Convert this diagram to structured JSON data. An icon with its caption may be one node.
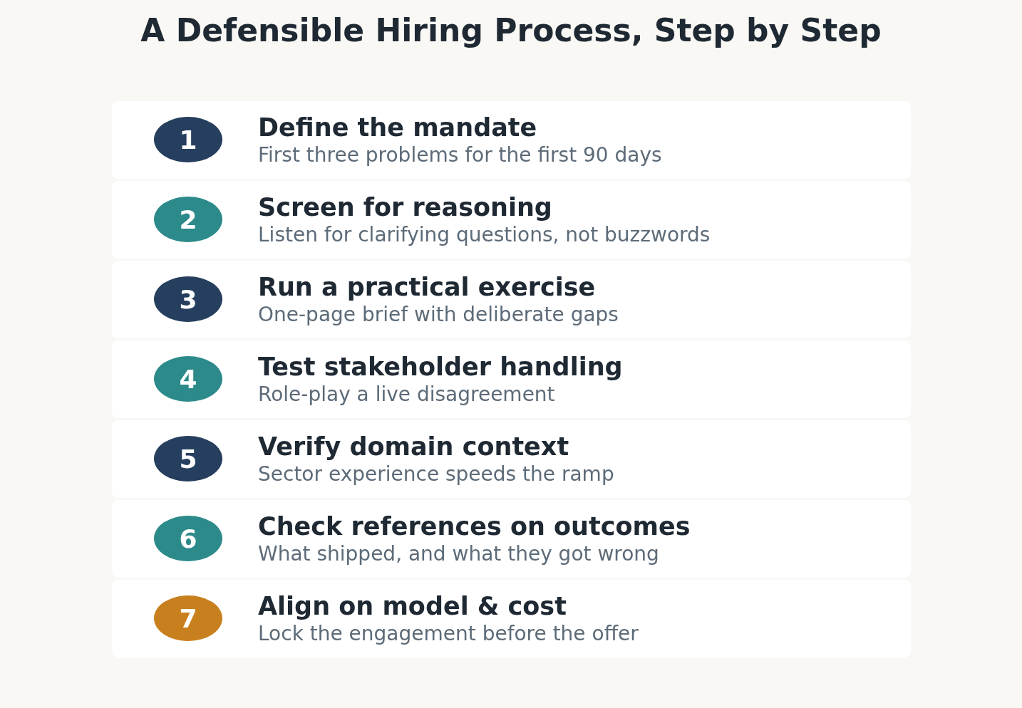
{
  "diagram": {
    "title": "A Defensible Hiring Process, Step by Step",
    "nodes": [
      {
        "text": [
          "Define the mandate",
          "First three problems for the first 90 days"
        ]
      },
      {
        "text": [
          "1"
        ],
        "in": 0
      },
      {
        "text": [
          "Screen for reasoning",
          "Listen for clarifying questions, not buzzwords"
        ]
      },
      {
        "text": [
          "2"
        ],
        "in": 2
      },
      {
        "text": [
          "Run a practical exercise",
          "One-page brief with deliberate gaps"
        ]
      },
      {
        "text": [
          "3"
        ],
        "in": 4
      },
      {
        "text": [
          "Test stakeholder handling",
          "Role-play a live disagreement"
        ]
      },
      {
        "text": [
          "4"
        ],
        "in": 6
      },
      {
        "text": [
          "Verify domain context",
          "Sector experience speeds the ramp"
        ]
      },
      {
        "text": [
          "5"
        ],
        "in": 8
      },
      {
        "text": [
          "Check references on outcomes",
          "What shipped, and what they got wrong"
        ]
      },
      {
        "text": [
          "6"
        ],
        "in": 10
      },
      {
        "text": [
          "Align on model & cost",
          "Lock the engagement before the offer"
        ]
      },
      {
        "text": [
          "7"
        ],
        "in": 12
      }
    ]
  }
}
